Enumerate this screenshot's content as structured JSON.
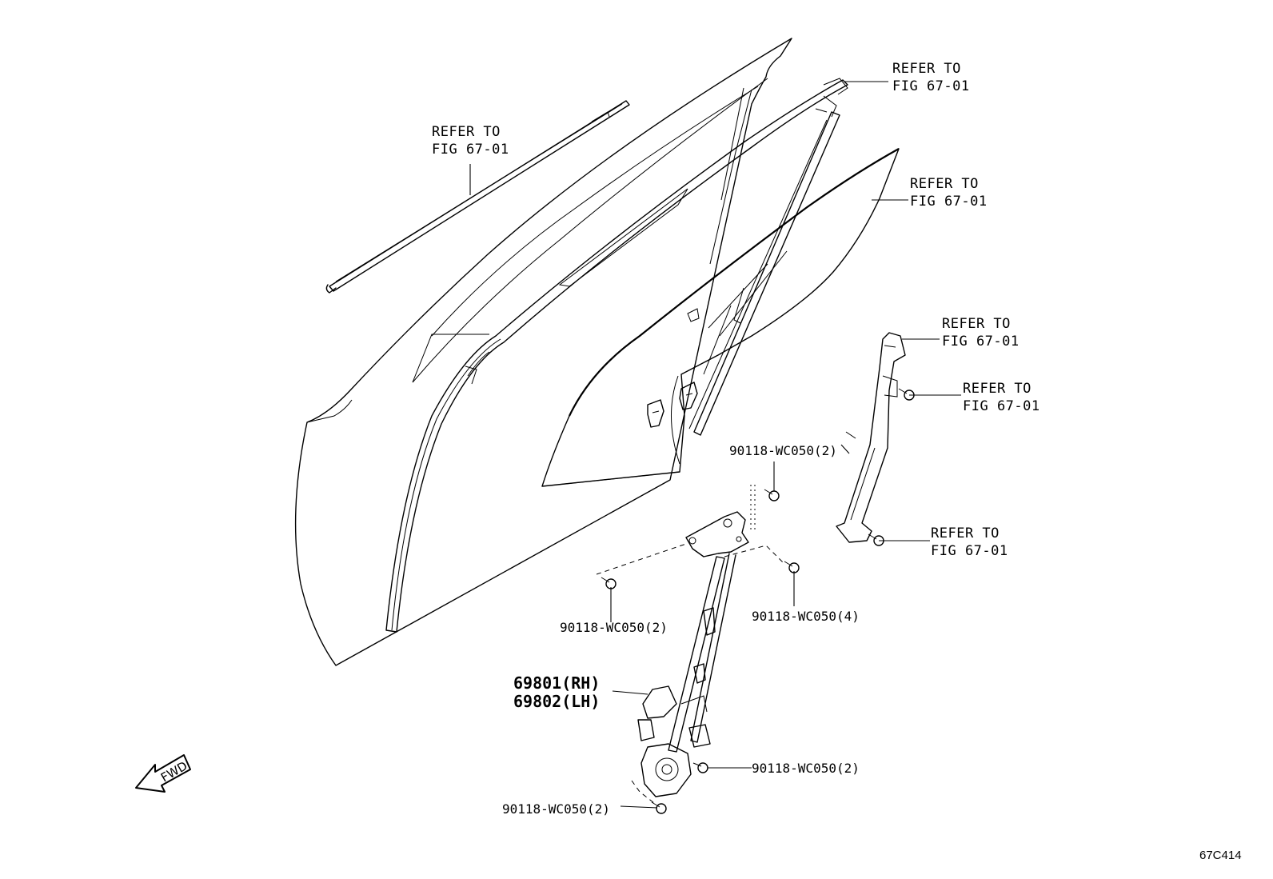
{
  "diagram": {
    "labels": {
      "refer_outer_belt": [
        "REFER TO",
        "FIG 67-01"
      ],
      "refer_door_frame": [
        "REFER TO",
        "FIG 67-01"
      ],
      "refer_glass": [
        "REFER TO",
        "FIG 67-01"
      ],
      "refer_rear_channel": [
        "REFER TO",
        "FIG 67-01"
      ],
      "refer_channel_upper_bolt": [
        "REFER TO",
        "FIG 67-01"
      ],
      "refer_channel_lower_bolt": [
        "REFER TO",
        "FIG 67-01"
      ],
      "bolt_upper": "90118-WC050(2)",
      "bolt_left": "90118-WC050(2)",
      "bolt_right": "90118-WC050(4)",
      "regulator_rh": "69801(RH)",
      "regulator_lh": "69802(LH)",
      "bolt_motor": "90118-WC050(2)",
      "bolt_bottom": "90118-WC050(2)",
      "direction": "FWD",
      "figure_id": "67C414"
    }
  }
}
